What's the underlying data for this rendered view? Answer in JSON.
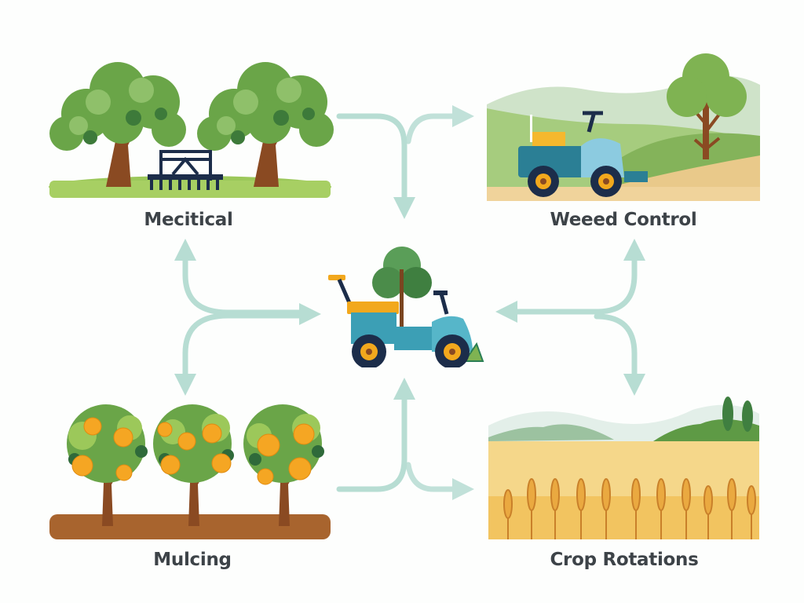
{
  "diagram": {
    "type": "hub-and-spoke",
    "hub": {
      "name": "central-tractor-with-tree",
      "icon": "tractor-tree-icon"
    },
    "nodes": [
      {
        "id": "mechanical",
        "label": "Mecitical",
        "position": "top-left",
        "illustration": "olive-trees-with-harrow"
      },
      {
        "id": "weed-control",
        "label": "Weeed Control",
        "position": "top-right",
        "illustration": "tractor-in-hills"
      },
      {
        "id": "mulching",
        "label": "Mulcing",
        "position": "bottom-left",
        "illustration": "orange-trees-on-mulch"
      },
      {
        "id": "crop-rotations",
        "label": "Crop Rotations",
        "position": "bottom-right",
        "illustration": "wheat-field"
      }
    ],
    "colors": {
      "arrow": "#b7ddd3",
      "label": "#3d4348",
      "tractor_body": "#3c9fb5",
      "tractor_seat": "#f2a81d",
      "wheel": "#1c2d4a",
      "leaf_green": "#5e9a45",
      "wheat": "#e8b84a",
      "soil": "#a8642e",
      "orange": "#f5a623"
    }
  }
}
